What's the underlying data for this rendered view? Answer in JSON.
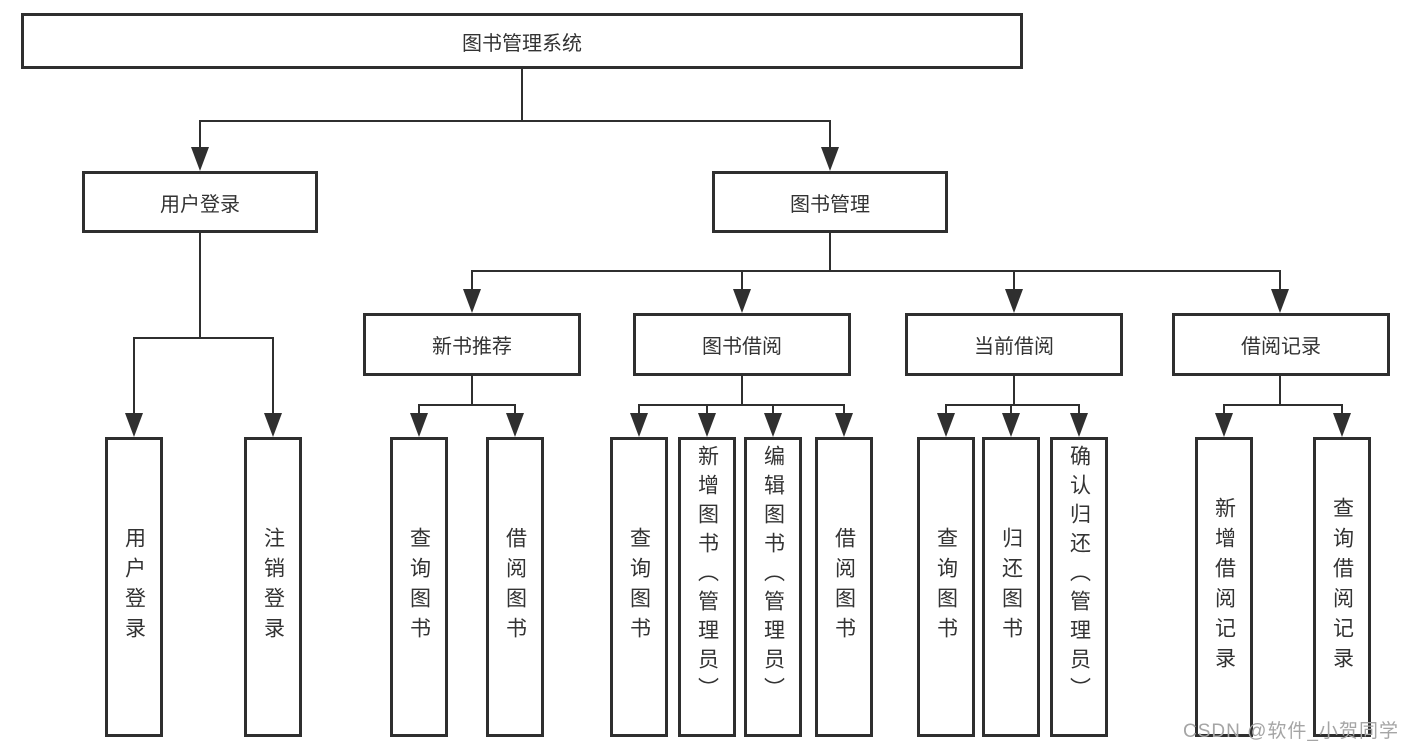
{
  "diagram": {
    "root": {
      "label": "图书管理系统"
    },
    "branches": [
      {
        "label": "用户登录",
        "children": [
          {
            "label": "用户登录"
          },
          {
            "label": "注销登录"
          }
        ]
      },
      {
        "label": "图书管理",
        "children": [
          {
            "label": "新书推荐",
            "children": [
              {
                "label": "查询图书"
              },
              {
                "label": "借阅图书"
              }
            ]
          },
          {
            "label": "图书借阅",
            "children": [
              {
                "label": "查询图书"
              },
              {
                "label": "新增图书（管理员）"
              },
              {
                "label": "编辑图书（管理员）"
              },
              {
                "label": "借阅图书"
              }
            ]
          },
          {
            "label": "当前借阅",
            "children": [
              {
                "label": "查询图书"
              },
              {
                "label": "归还图书"
              },
              {
                "label": "确认归还（管理员）"
              }
            ]
          },
          {
            "label": "借阅记录",
            "children": [
              {
                "label": "新增借阅记录"
              },
              {
                "label": "查询借阅记录"
              }
            ]
          }
        ]
      }
    ],
    "watermark": "CSDN @软件_小贺同学",
    "colors": {
      "line": "#2f2f2f",
      "text": "#333333",
      "watermark": "#a5a5a5",
      "background": "#ffffff"
    }
  }
}
